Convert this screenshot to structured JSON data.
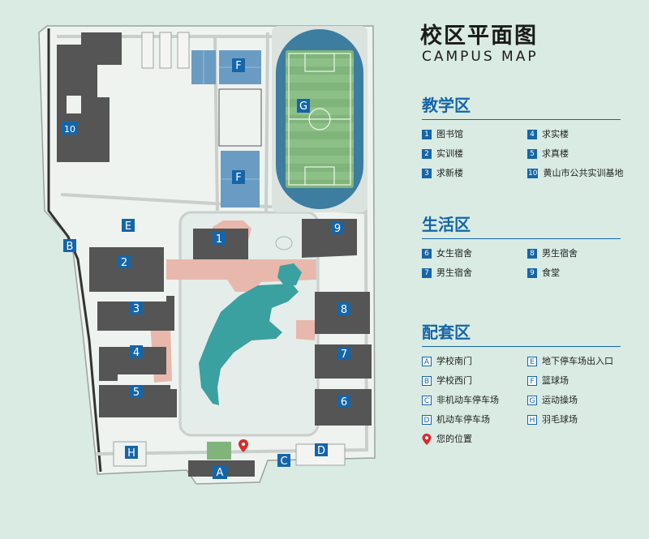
{
  "title": {
    "cn": "校区平面图",
    "en": "CAMPUS MAP"
  },
  "colors": {
    "accent": "#1565a8",
    "building": "#555555",
    "lake": "#3aa0a0",
    "path_pink": "#e8b8ad",
    "field": "#7fb57a",
    "track": "#3c7da0",
    "background": "#d9ebe3"
  },
  "sections": [
    {
      "title": "教学区",
      "items": [
        {
          "code": "1",
          "label": "图书馆"
        },
        {
          "code": "4",
          "label": "求实楼"
        },
        {
          "code": "2",
          "label": "实训楼"
        },
        {
          "code": "5",
          "label": "求真楼"
        },
        {
          "code": "3",
          "label": "求新楼"
        },
        {
          "code": "10",
          "label": "黄山市公共实训基地"
        }
      ]
    },
    {
      "title": "生活区",
      "items": [
        {
          "code": "6",
          "label": "女生宿舍"
        },
        {
          "code": "8",
          "label": "男生宿舍"
        },
        {
          "code": "7",
          "label": "男生宿舍"
        },
        {
          "code": "9",
          "label": "食堂"
        }
      ]
    },
    {
      "title": "配套区",
      "items": [
        {
          "code": "A",
          "label": "学校南门"
        },
        {
          "code": "E",
          "label": "地下停车场出入口"
        },
        {
          "code": "B",
          "label": "学校西门"
        },
        {
          "code": "F",
          "label": "篮球场"
        },
        {
          "code": "C",
          "label": "非机动车停车场"
        },
        {
          "code": "G",
          "label": "运动操场"
        },
        {
          "code": "D",
          "label": "机动车停车场"
        },
        {
          "code": "H",
          "label": "羽毛球场"
        },
        {
          "code": "pin",
          "label": "您的位置"
        }
      ]
    }
  ],
  "map_labels": {
    "b1": "1",
    "b2": "2",
    "b3": "3",
    "b4": "4",
    "b5": "5",
    "b6": "6",
    "b7": "7",
    "b8": "8",
    "b9": "9",
    "b10": "10",
    "A": "A",
    "B": "B",
    "C": "C",
    "D": "D",
    "E": "E",
    "F1": "F",
    "F2": "F",
    "G": "G",
    "H": "H"
  }
}
